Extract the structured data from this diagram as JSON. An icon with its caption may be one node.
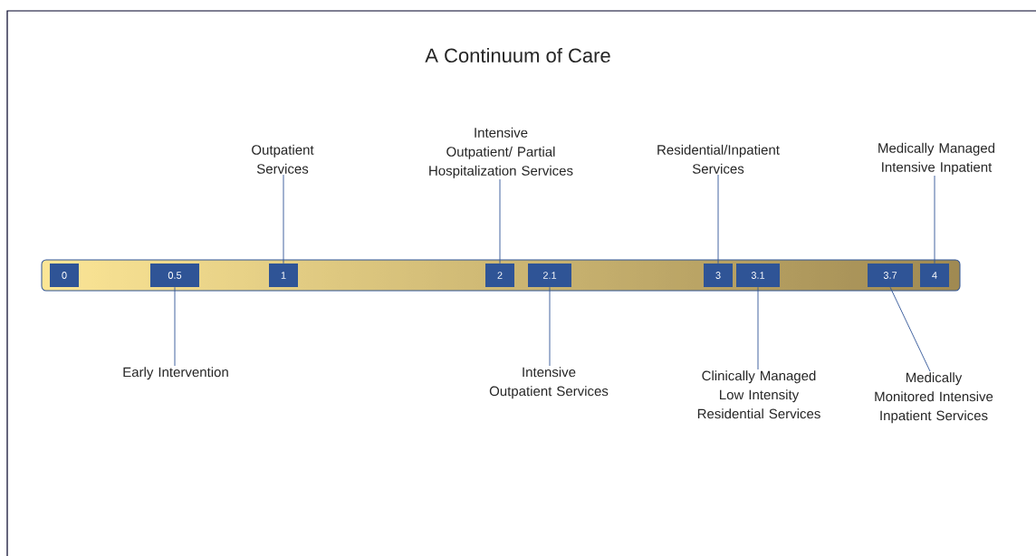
{
  "diagram": {
    "title": "A Continuum of Care",
    "nodes": [
      {
        "text": [],
        "shape": "bar"
      },
      {
        "text": [
          "0"
        ],
        "in": 0
      },
      {
        "text": [
          "0.5"
        ],
        "in": 0
      },
      {
        "text": [
          "1"
        ],
        "in": 0
      },
      {
        "text": [
          "2"
        ],
        "in": 0
      },
      {
        "text": [
          "2.1"
        ],
        "in": 0
      },
      {
        "text": [
          "3"
        ],
        "in": 0
      },
      {
        "text": [
          "3.1"
        ],
        "in": 0
      },
      {
        "text": [
          "3.7"
        ],
        "in": 0
      },
      {
        "text": [
          "4"
        ],
        "in": 0
      },
      {
        "text": [
          "Outpatient Services"
        ]
      },
      {
        "text": [
          "Intensive Outpatient/ Partial Hospitalization Services"
        ]
      },
      {
        "text": [
          "Residential/Inpatient Services"
        ]
      },
      {
        "text": [
          "Medically Managed Intensive Inpatient"
        ]
      },
      {
        "text": [
          "Early Intervention"
        ]
      },
      {
        "text": [
          "Intensive Outpatient Services"
        ]
      },
      {
        "text": [
          "Clinically Managed Low Intensity Residential Services"
        ]
      },
      {
        "text": [
          "Medically Monitored Intensive Inpatient Services"
        ]
      }
    ],
    "edges": [
      {
        "from": 10,
        "to": 3,
        "arrow": "none"
      },
      {
        "from": 11,
        "to": 4,
        "arrow": "none"
      },
      {
        "from": 12,
        "to": 6,
        "arrow": "none"
      },
      {
        "from": 13,
        "to": 9,
        "arrow": "none"
      },
      {
        "from": 14,
        "to": 2,
        "arrow": "none"
      },
      {
        "from": 15,
        "to": 5,
        "arrow": "none"
      },
      {
        "from": 16,
        "to": 7,
        "arrow": "none"
      },
      {
        "from": 17,
        "to": 8,
        "arrow": "none"
      }
    ]
  }
}
